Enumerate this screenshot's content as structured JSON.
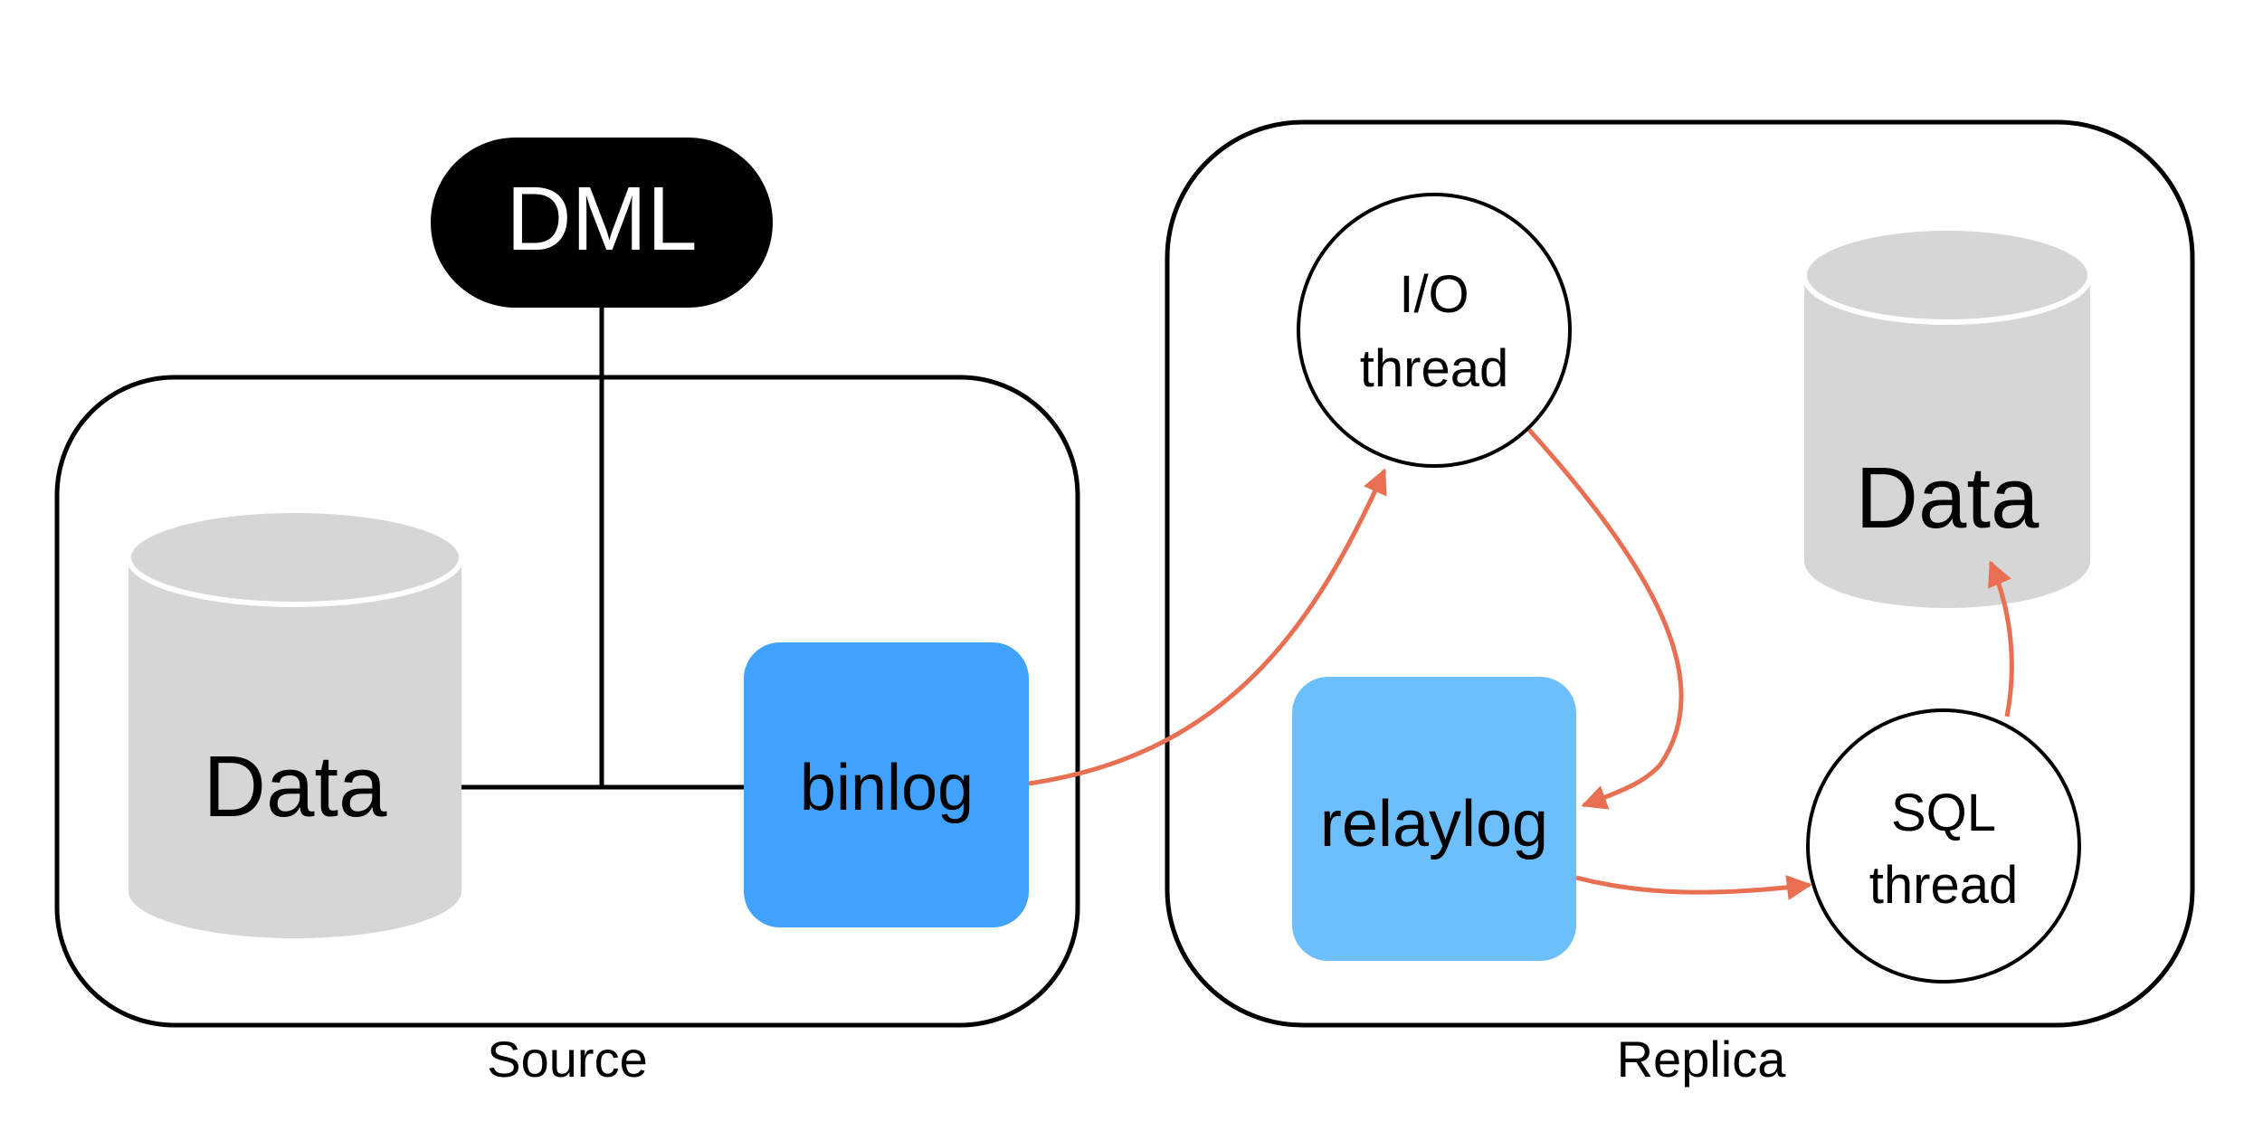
{
  "dml": {
    "label": "DML"
  },
  "source": {
    "label": "Source",
    "data_label": "Data",
    "binlog_label": "binlog"
  },
  "replica": {
    "label": "Replica",
    "io_thread_label": [
      "I/O",
      "thread"
    ],
    "relaylog_label": "relaylog",
    "sql_thread_label": [
      "SQL",
      "thread"
    ],
    "data_label": "Data"
  },
  "colors": {
    "dml_fill": "#000000",
    "cylinder_fill": "#d6d6d6",
    "binlog_fill": "#41a2fb",
    "relaylog_fill": "#6cbffb",
    "replication_arrow": "#e86f52",
    "dml_arrow": "#000000"
  }
}
